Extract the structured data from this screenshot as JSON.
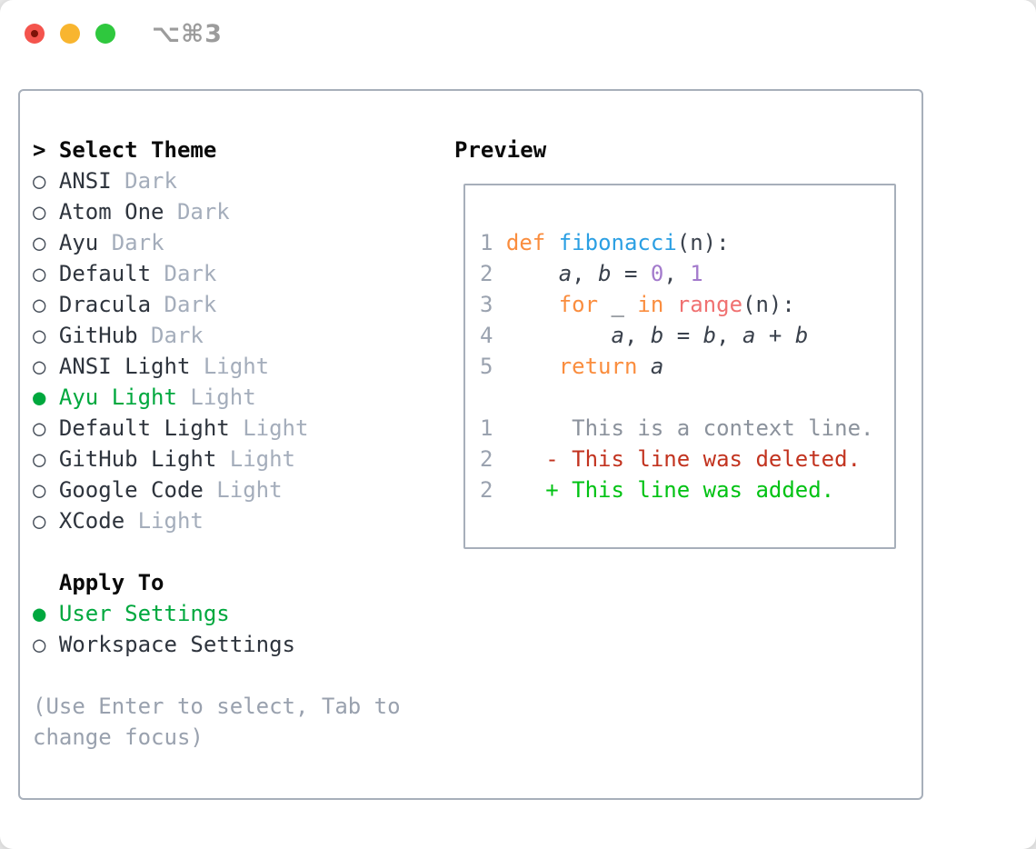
{
  "window": {
    "title": "⌥⌘3",
    "traffic_lights": {
      "close_color": "#f4544d",
      "close_dot_color": "#7e1308",
      "minimize_color": "#f8b52f",
      "zoom_color": "#2fc83e"
    }
  },
  "theme_picker": {
    "header_prefix": "> ",
    "header": "Select Theme",
    "items": [
      {
        "name": "ANSI",
        "badge": "Dark",
        "selected": false
      },
      {
        "name": "Atom One",
        "badge": "Dark",
        "selected": false
      },
      {
        "name": "Ayu",
        "badge": "Dark",
        "selected": false
      },
      {
        "name": "Default",
        "badge": "Dark",
        "selected": false
      },
      {
        "name": "Dracula",
        "badge": "Dark",
        "selected": false
      },
      {
        "name": "GitHub",
        "badge": "Dark",
        "selected": false
      },
      {
        "name": "ANSI Light",
        "badge": "Light",
        "selected": false
      },
      {
        "name": "Ayu Light",
        "badge": "Light",
        "selected": true
      },
      {
        "name": "Default Light",
        "badge": "Light",
        "selected": false
      },
      {
        "name": "GitHub Light",
        "badge": "Light",
        "selected": false
      },
      {
        "name": "Google Code",
        "badge": "Light",
        "selected": false
      },
      {
        "name": "XCode",
        "badge": "Light",
        "selected": false
      }
    ],
    "apply_to": {
      "header": "Apply To",
      "options": [
        {
          "name": "User Settings",
          "selected": true
        },
        {
          "name": "Workspace Settings",
          "selected": false
        }
      ]
    },
    "hint": "(Use Enter to select, Tab to change focus)",
    "bullet_unselected": "○",
    "bullet_selected": "●",
    "selected_color": "#00a83e"
  },
  "preview": {
    "header": "Preview",
    "code_lines": [
      {
        "num": "1",
        "tokens": [
          [
            "pl",
            " "
          ],
          [
            "kw",
            "def"
          ],
          [
            "pl",
            " "
          ],
          [
            "fn",
            "fibonacci"
          ],
          [
            "pl",
            "(n):"
          ]
        ]
      },
      {
        "num": "2",
        "tokens": [
          [
            "pl",
            "     "
          ],
          [
            "var",
            "a"
          ],
          [
            "pl",
            ", "
          ],
          [
            "var",
            "b"
          ],
          [
            "pl",
            " = "
          ],
          [
            "lit",
            "0"
          ],
          [
            "pl",
            ", "
          ],
          [
            "lit",
            "1"
          ]
        ]
      },
      {
        "num": "3",
        "tokens": [
          [
            "pl",
            "     "
          ],
          [
            "kw",
            "for"
          ],
          [
            "pl",
            " _ "
          ],
          [
            "kw",
            "in"
          ],
          [
            "pl",
            " "
          ],
          [
            "call",
            "range"
          ],
          [
            "pl",
            "(n):"
          ]
        ]
      },
      {
        "num": "4",
        "tokens": [
          [
            "pl",
            "         "
          ],
          [
            "var",
            "a"
          ],
          [
            "pl",
            ", "
          ],
          [
            "var",
            "b"
          ],
          [
            "pl",
            " = "
          ],
          [
            "var",
            "b"
          ],
          [
            "pl",
            ", "
          ],
          [
            "var",
            "a"
          ],
          [
            "pl",
            " + "
          ],
          [
            "var",
            "b"
          ]
        ]
      },
      {
        "num": "5",
        "tokens": [
          [
            "pl",
            "     "
          ],
          [
            "kw",
            "return"
          ],
          [
            "pl",
            " "
          ],
          [
            "var",
            "a"
          ]
        ]
      },
      {
        "num": "",
        "tokens": []
      },
      {
        "num": "1",
        "tokens": [
          [
            "ctx",
            "      This is a context line."
          ]
        ]
      },
      {
        "num": "2",
        "tokens": [
          [
            "del",
            "    - This line was deleted."
          ]
        ]
      },
      {
        "num": "2",
        "tokens": [
          [
            "add",
            "    + This line was added."
          ]
        ]
      }
    ],
    "syntax_colors": {
      "keyword": "#fa8d3e",
      "function": "#2b9fe3",
      "number_literal": "#a37acc",
      "builtin_call": "#f07171",
      "plain": "#3a414c",
      "line_number": "#9aa2af",
      "diff_context": "#8b929c",
      "diff_deleted": "#c2331f",
      "diff_added": "#00c213"
    }
  }
}
